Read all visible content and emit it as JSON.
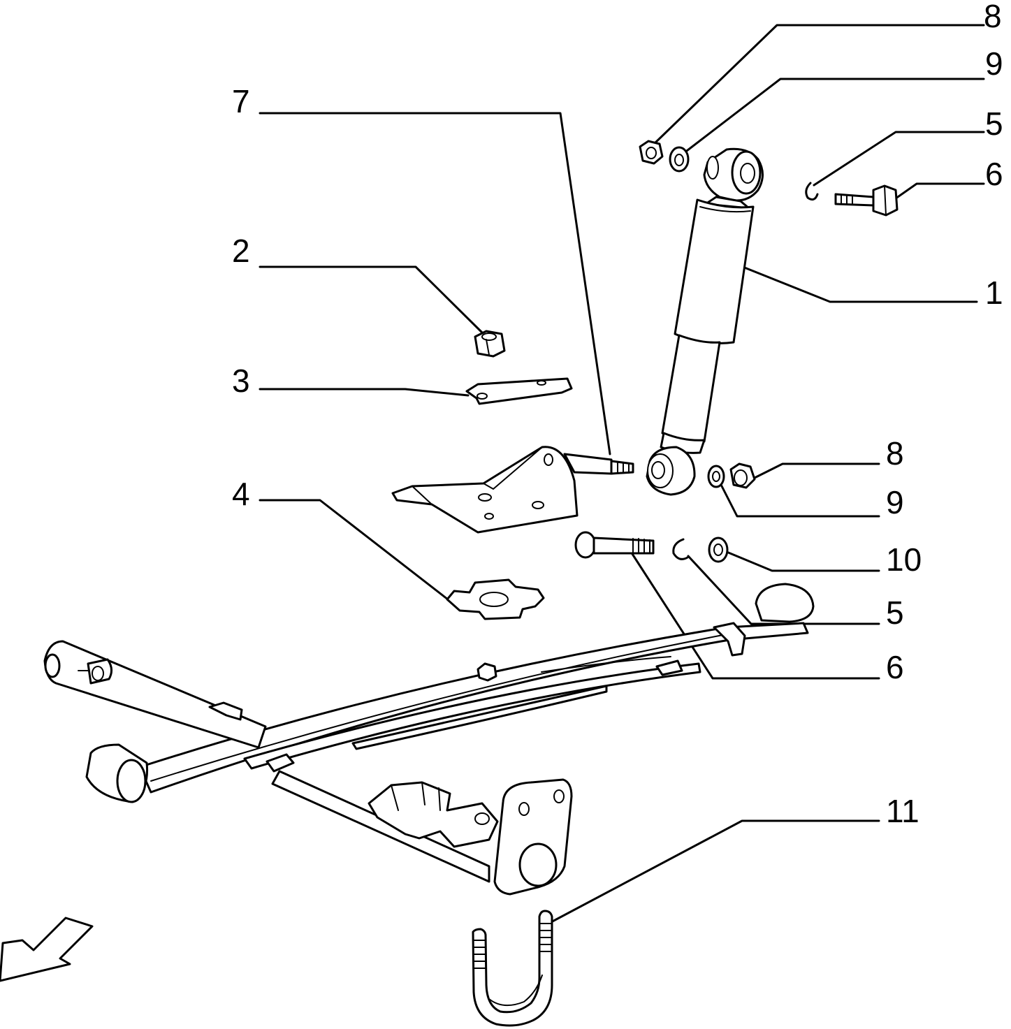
{
  "callouts": [
    {
      "id": "c8a",
      "label": "8"
    },
    {
      "id": "c9a",
      "label": "9"
    },
    {
      "id": "c5a",
      "label": "5"
    },
    {
      "id": "c6a",
      "label": "6"
    },
    {
      "id": "c7",
      "label": "7"
    },
    {
      "id": "c2",
      "label": "2"
    },
    {
      "id": "c1",
      "label": "1"
    },
    {
      "id": "c3",
      "label": "3"
    },
    {
      "id": "c4",
      "label": "4"
    },
    {
      "id": "c8b",
      "label": "8"
    },
    {
      "id": "c9b",
      "label": "9"
    },
    {
      "id": "c10",
      "label": "10"
    },
    {
      "id": "c5b",
      "label": "5"
    },
    {
      "id": "c6b",
      "label": "6"
    },
    {
      "id": "c11",
      "label": "11"
    }
  ],
  "icons": {
    "direction_arrow": "front-direction-arrow-icon"
  },
  "colors": {
    "line": "#000000",
    "background": "#ffffff"
  }
}
